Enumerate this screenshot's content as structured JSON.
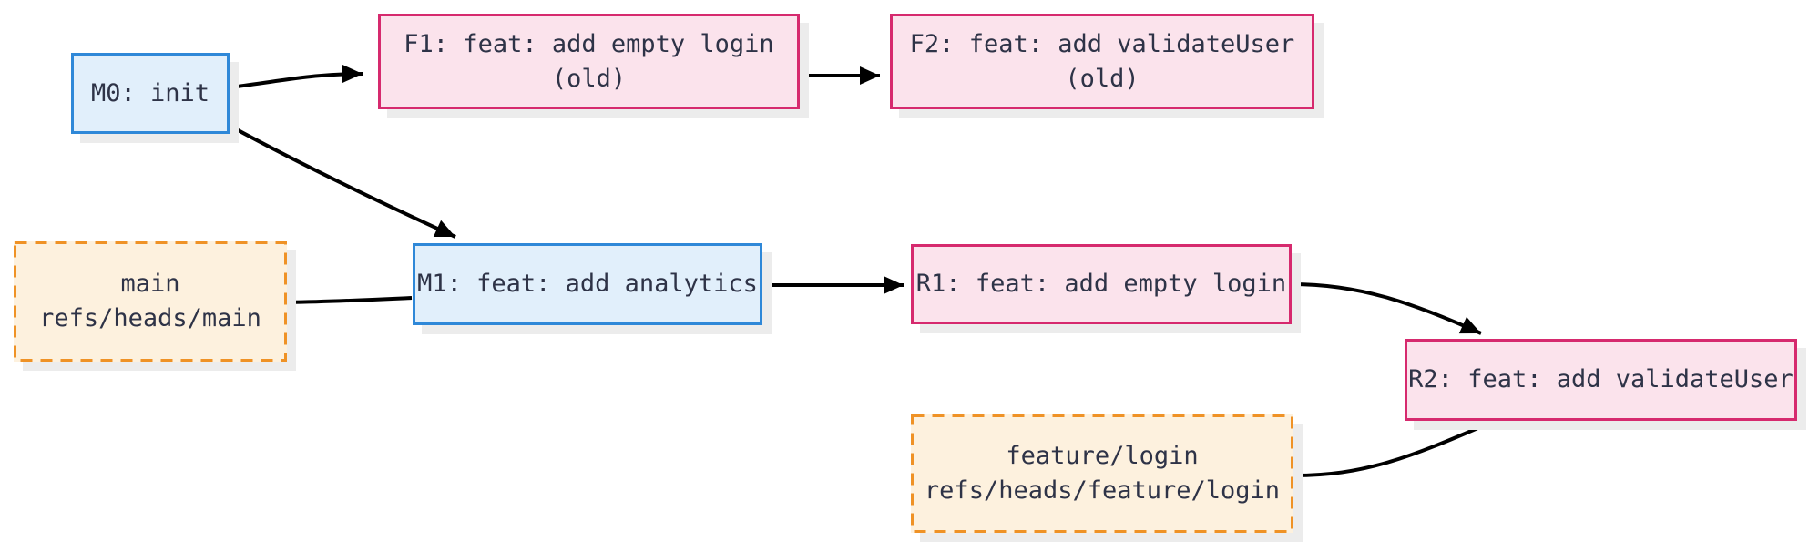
{
  "diagram": {
    "type": "git-commit-graph-flowchart",
    "nodes": {
      "m0": {
        "label": "M0: init",
        "kind": "commit"
      },
      "f1": {
        "line1": "F1: feat: add empty login",
        "line2": "(old)",
        "kind": "old-commit"
      },
      "f2": {
        "line1": "F2: feat: add validateUser",
        "line2": "(old)",
        "kind": "old-commit"
      },
      "main_branch": {
        "line1": "main",
        "line2": "refs/heads/main",
        "kind": "branch-pointer"
      },
      "m1": {
        "label": "M1: feat: add analytics",
        "kind": "commit"
      },
      "r1": {
        "label": "R1: feat: add empty login",
        "kind": "rebased-commit"
      },
      "r2": {
        "label": "R2: feat: add validateUser",
        "kind": "rebased-commit"
      },
      "feature_branch": {
        "line1": "feature/login",
        "line2": "refs/heads/feature/login",
        "kind": "branch-pointer"
      }
    },
    "edges": [
      {
        "from": "M0",
        "to": "F1",
        "arrow": true
      },
      {
        "from": "F1",
        "to": "F2",
        "arrow": true
      },
      {
        "from": "M0",
        "to": "M1",
        "arrow": true
      },
      {
        "from": "main",
        "to": "M1",
        "arrow": false
      },
      {
        "from": "M1",
        "to": "R1",
        "arrow": true
      },
      {
        "from": "R1",
        "to": "R2",
        "arrow": true
      },
      {
        "from": "feature/login",
        "to": "R2",
        "arrow": false
      }
    ],
    "colors": {
      "commit_fill": "#e1effb",
      "commit_border": "#2f88d8",
      "old_fill": "#fbe3ec",
      "old_border": "#d62a6e",
      "branch_fill": "#fdf1de",
      "branch_border": "#ef9226",
      "edge": "#000000",
      "text": "#2e3347",
      "shadow": "#ececec",
      "background": "#ffffff"
    }
  }
}
